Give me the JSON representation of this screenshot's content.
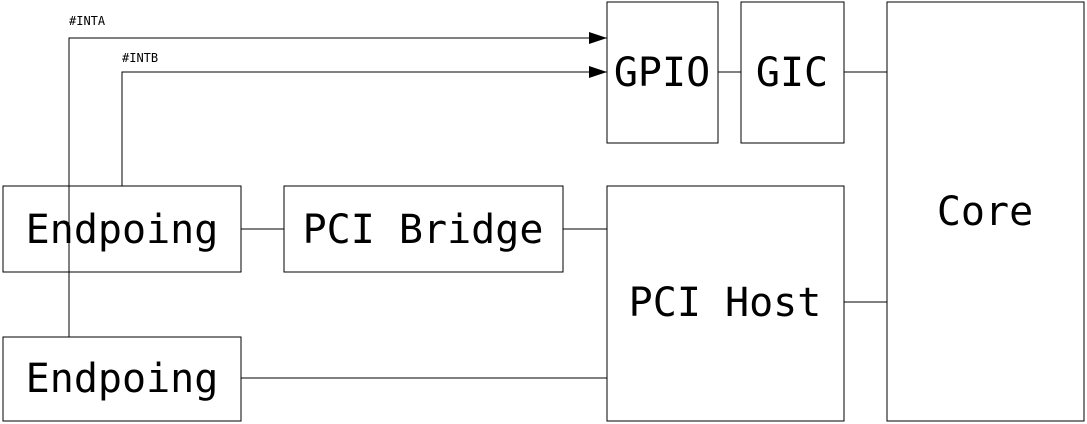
{
  "blocks": {
    "gpio": "GPIO",
    "gic": "GIC",
    "core": "Core",
    "pci_host": "PCI Host",
    "pci_bridge": "PCI Bridge",
    "endpoint_top": "Endpoing",
    "endpoint_bottom": "Endpoing"
  },
  "signals": {
    "inta": "#INTA",
    "intb": "#INTB"
  }
}
